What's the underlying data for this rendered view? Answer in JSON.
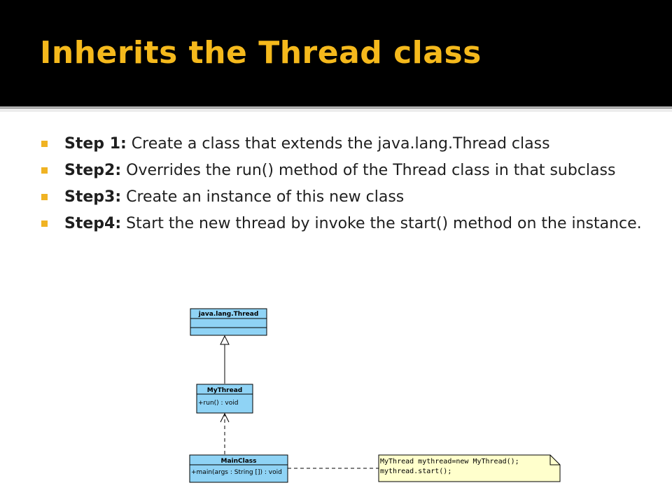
{
  "slide": {
    "title": "Inherits the Thread class",
    "bullets": [
      {
        "label": "Step 1:",
        "text": " Create a class that extends the java.lang.Thread class"
      },
      {
        "label": "Step2:",
        "text": "  Overrides the run() method of the Thread class in that subclass"
      },
      {
        "label": "Step3:",
        "text": " Create an instance of this new class"
      },
      {
        "label": "Step4:",
        "text": " Start the new thread by invoke the start() method on the instance."
      }
    ]
  },
  "diagram": {
    "thread_class": {
      "name": "java.lang.Thread"
    },
    "mythread_class": {
      "name": "MyThread",
      "method": "+run() : void"
    },
    "main_class": {
      "name": "MainClass",
      "method": "+main(args : String []) : void"
    },
    "note": {
      "line1": "MyThread mythread=new MyThread();",
      "line2": "mythread.start();"
    }
  },
  "colors": {
    "title_text": "#f5b91c",
    "title_bar": "#000000",
    "bullet_square": "#f0b323",
    "uml_class_fill": "#8fd3f5",
    "note_fill": "#ffffcc"
  }
}
